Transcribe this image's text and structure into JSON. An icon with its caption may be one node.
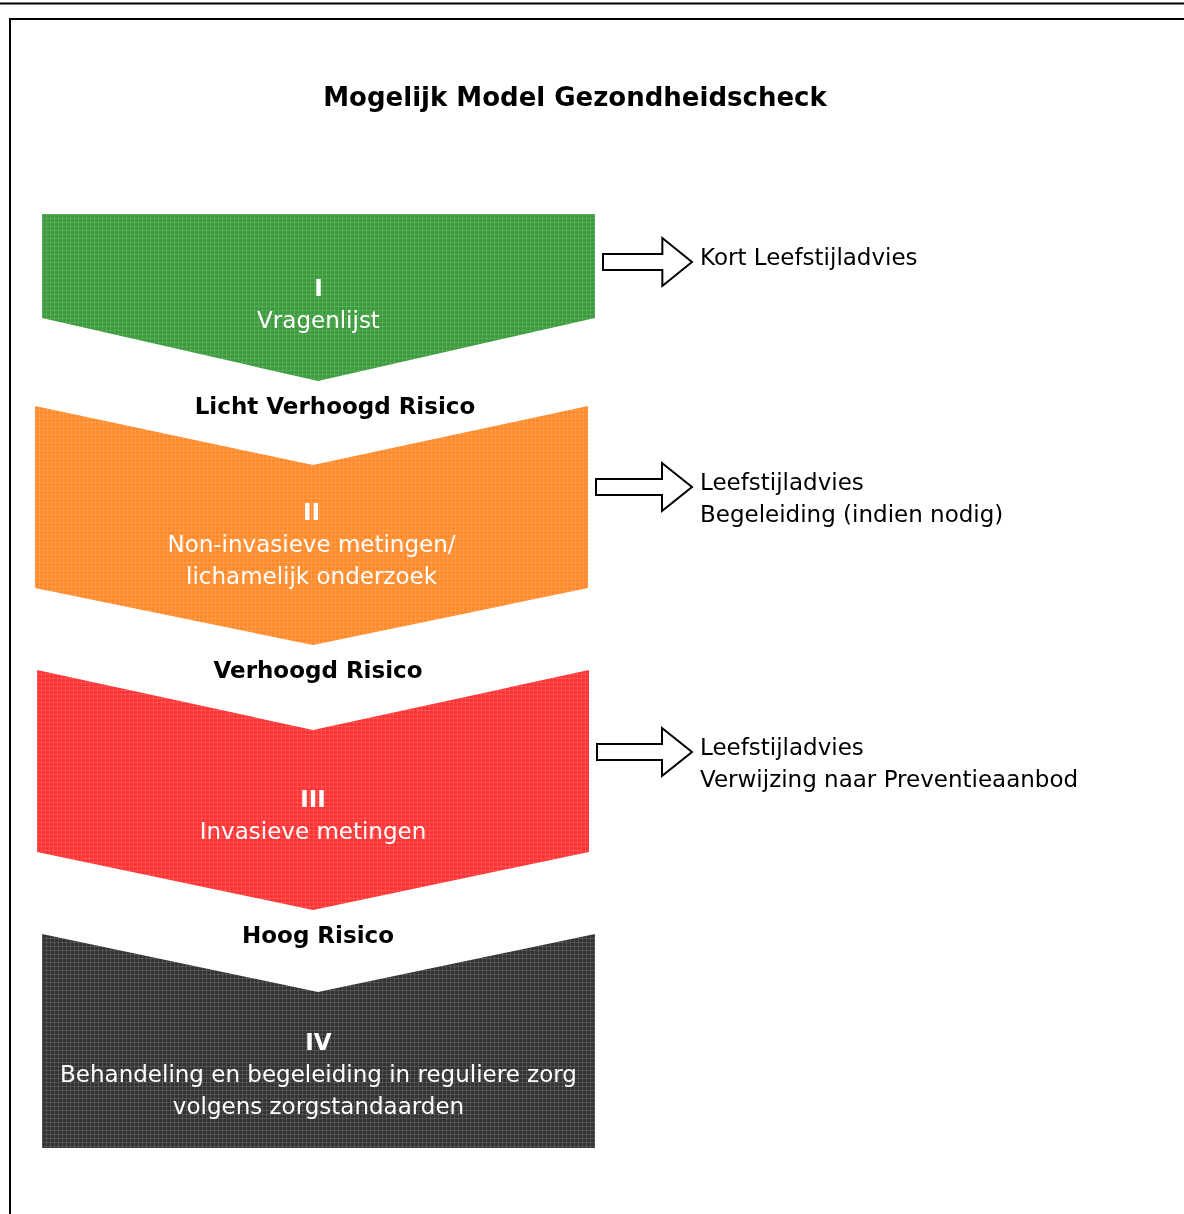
{
  "diagram": {
    "title": "Mogelijk Model Gezondheidscheck",
    "nodes": [
      {
        "text": [
          "I",
          "Vragenlijst"
        ]
      },
      {
        "text": [
          "Kort Leefstijladvies"
        ]
      },
      {
        "text": [
          "II",
          "Non-invasieve metingen/ lichamelijk onderzoek"
        ]
      },
      {
        "text": [
          "Leefstijladvies",
          "Begeleiding (indien nodig)"
        ]
      },
      {
        "text": [
          "III",
          "Invasieve metingen"
        ]
      },
      {
        "text": [
          "Leefstijladvies",
          "Verwijzing naar Preventieaanbod"
        ]
      },
      {
        "text": [
          "IV",
          "Behandeling en begeleiding in reguliere zorg volgens zorgstandaarden"
        ]
      }
    ],
    "edges": [
      {
        "from": 0,
        "to": 1,
        "arrow": "to"
      },
      {
        "from": 2,
        "to": 3,
        "arrow": "to"
      },
      {
        "from": 4,
        "to": 5,
        "arrow": "to"
      }
    ],
    "labels": [
      "Licht Verhoogd Risico",
      "Verhoogd Risico",
      "Hoog Risico"
    ]
  }
}
